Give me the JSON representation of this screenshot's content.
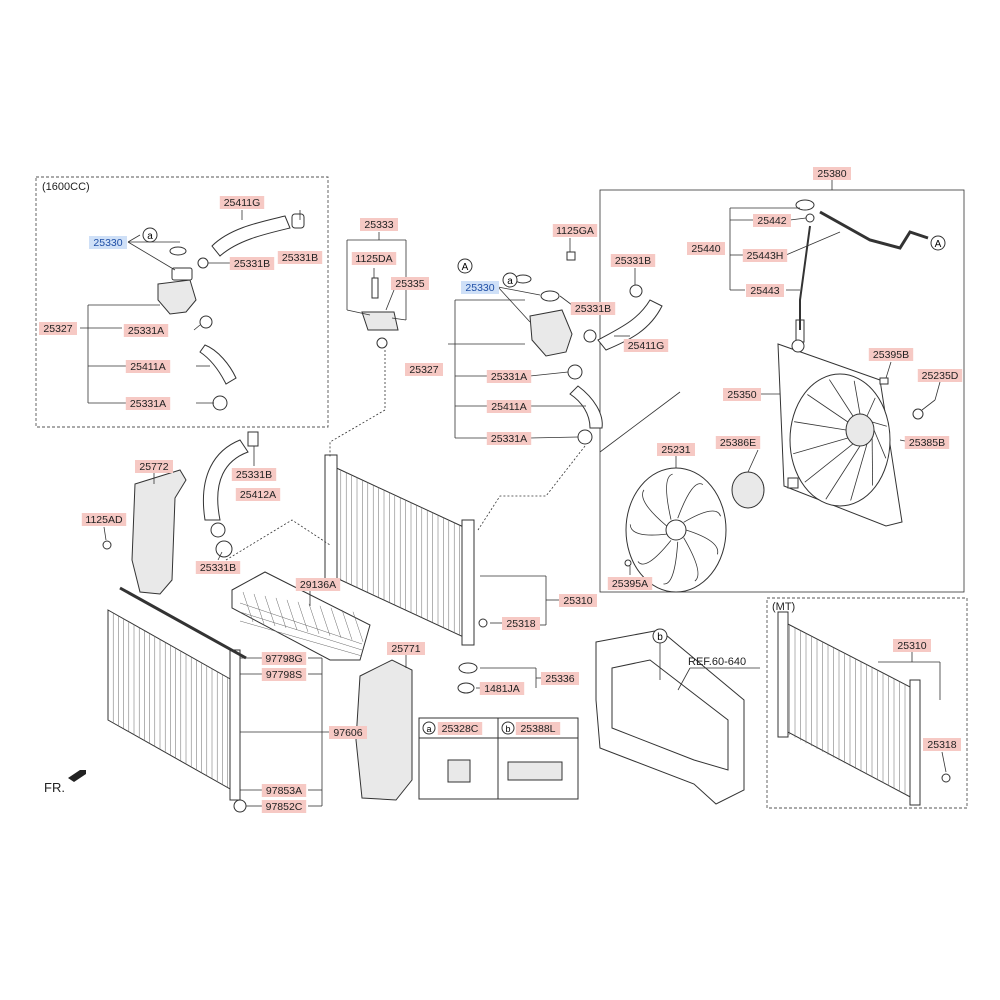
{
  "parts": [
    {
      "key": "p25411G_t",
      "text": "25411G",
      "blue": false
    },
    {
      "key": "p25330_t",
      "text": "25330",
      "blue": true
    },
    {
      "key": "p25331B_t1",
      "text": "25331B",
      "blue": false
    },
    {
      "key": "p25331B_t2",
      "text": "25331B",
      "blue": false
    },
    {
      "key": "p25327_t",
      "text": "25327",
      "blue": false
    },
    {
      "key": "p25331A_t1",
      "text": "25331A",
      "blue": false
    },
    {
      "key": "p25411A_t",
      "text": "25411A",
      "blue": false
    },
    {
      "key": "p25331A_t2",
      "text": "25331A",
      "blue": false
    },
    {
      "key": "p25333",
      "text": "25333",
      "blue": false
    },
    {
      "key": "p1125DA",
      "text": "1125DA",
      "blue": false
    },
    {
      "key": "p25335",
      "text": "25335",
      "blue": false
    },
    {
      "key": "p1125GA",
      "text": "1125GA",
      "blue": false
    },
    {
      "key": "p25331B_c1",
      "text": "25331B",
      "blue": false
    },
    {
      "key": "p25330_c",
      "text": "25330",
      "blue": true
    },
    {
      "key": "p25331B_c2",
      "text": "25331B",
      "blue": false
    },
    {
      "key": "p25411G_c",
      "text": "25411G",
      "blue": false
    },
    {
      "key": "p25327_c",
      "text": "25327",
      "blue": false
    },
    {
      "key": "p25331A_c1",
      "text": "25331A",
      "blue": false
    },
    {
      "key": "p25411A_c",
      "text": "25411A",
      "blue": false
    },
    {
      "key": "p25331A_c2",
      "text": "25331A",
      "blue": false
    },
    {
      "key": "p25380",
      "text": "25380",
      "blue": false
    },
    {
      "key": "p25442",
      "text": "25442",
      "blue": false
    },
    {
      "key": "p25440",
      "text": "25440",
      "blue": false
    },
    {
      "key": "p25443H",
      "text": "25443H",
      "blue": false
    },
    {
      "key": "p25443",
      "text": "25443",
      "blue": false
    },
    {
      "key": "p25395B",
      "text": "25395B",
      "blue": false
    },
    {
      "key": "p25235D",
      "text": "25235D",
      "blue": false
    },
    {
      "key": "p25350",
      "text": "25350",
      "blue": false
    },
    {
      "key": "p25386E",
      "text": "25386E",
      "blue": false
    },
    {
      "key": "p25385B",
      "text": "25385B",
      "blue": false
    },
    {
      "key": "p25231",
      "text": "25231",
      "blue": false
    },
    {
      "key": "p25395A",
      "text": "25395A",
      "blue": false
    },
    {
      "key": "p25772",
      "text": "25772",
      "blue": false
    },
    {
      "key": "p25331B_m1",
      "text": "25331B",
      "blue": false
    },
    {
      "key": "p25412A",
      "text": "25412A",
      "blue": false
    },
    {
      "key": "p1125AD",
      "text": "1125AD",
      "blue": false
    },
    {
      "key": "p25331B_m2",
      "text": "25331B",
      "blue": false
    },
    {
      "key": "p29136A",
      "text": "29136A",
      "blue": false
    },
    {
      "key": "p25310",
      "text": "25310",
      "blue": false
    },
    {
      "key": "p25318",
      "text": "25318",
      "blue": false
    },
    {
      "key": "p97798G",
      "text": "97798G",
      "blue": false
    },
    {
      "key": "p97798S",
      "text": "97798S",
      "blue": false
    },
    {
      "key": "p97606",
      "text": "97606",
      "blue": false
    },
    {
      "key": "p97853A",
      "text": "97853A",
      "blue": false
    },
    {
      "key": "p97852C",
      "text": "97852C",
      "blue": false
    },
    {
      "key": "p25771",
      "text": "25771",
      "blue": false
    },
    {
      "key": "p25336",
      "text": "25336",
      "blue": false
    },
    {
      "key": "p1481JA",
      "text": "1481JA",
      "blue": false
    },
    {
      "key": "p25328C",
      "text": "25328C",
      "blue": false
    },
    {
      "key": "p25388L",
      "text": "25388L",
      "blue": false
    },
    {
      "key": "p25310_mt",
      "text": "25310",
      "blue": false
    },
    {
      "key": "p25318_mt",
      "text": "25318",
      "blue": false
    }
  ],
  "annotations": {
    "variant_1600cc": "(1600CC)",
    "variant_mt": "(MT)",
    "ref": "REF.60-640",
    "front": "FR."
  },
  "callouts": {
    "a": "a",
    "b": "b",
    "A": "A"
  }
}
